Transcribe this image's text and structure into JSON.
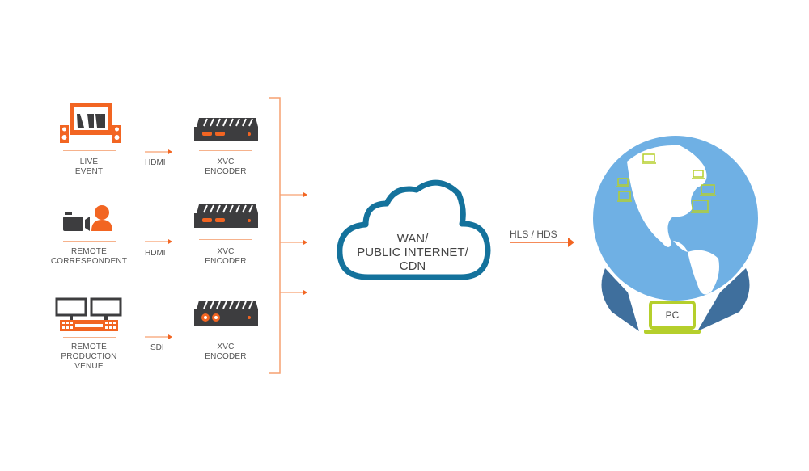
{
  "colors": {
    "orange": "#f26522",
    "orange_light": "#f6b28c",
    "dark": "#3d3d3f",
    "cloud_blue": "#14729c",
    "globe_blue": "#6fb0e4",
    "ribbon_blue": "#3f6f9d",
    "lime": "#b5cf2c",
    "text": "#555555"
  },
  "sources": [
    {
      "id": "live-event",
      "icon": "stage-icon",
      "label_lines": [
        "LIVE",
        "EVENT"
      ],
      "connection": "HDMI"
    },
    {
      "id": "remote-correspondent",
      "icon": "camera-person-icon",
      "label_lines": [
        "REMOTE",
        "CORRESPONDENT"
      ],
      "connection": "HDMI"
    },
    {
      "id": "remote-production-venue",
      "icon": "production-desk-icon",
      "label_lines": [
        "REMOTE",
        "PRODUCTION",
        "VENUE"
      ],
      "connection": "SDI"
    }
  ],
  "encoders": [
    {
      "icon": "encoder-hdmi-icon",
      "label_lines": [
        "XVC",
        "ENCODER"
      ]
    },
    {
      "icon": "encoder-hdmi-icon",
      "label_lines": [
        "XVC",
        "ENCODER"
      ]
    },
    {
      "icon": "encoder-sdi-icon",
      "label_lines": [
        "XVC",
        "ENCODER"
      ]
    }
  ],
  "cloud": {
    "label_lines": [
      "WAN/",
      "PUBLIC INTERNET/",
      "CDN"
    ]
  },
  "delivery": {
    "protocol_label": "HLS / HDS"
  },
  "destination": {
    "device_label": "PC",
    "viewer_devices": 6
  }
}
